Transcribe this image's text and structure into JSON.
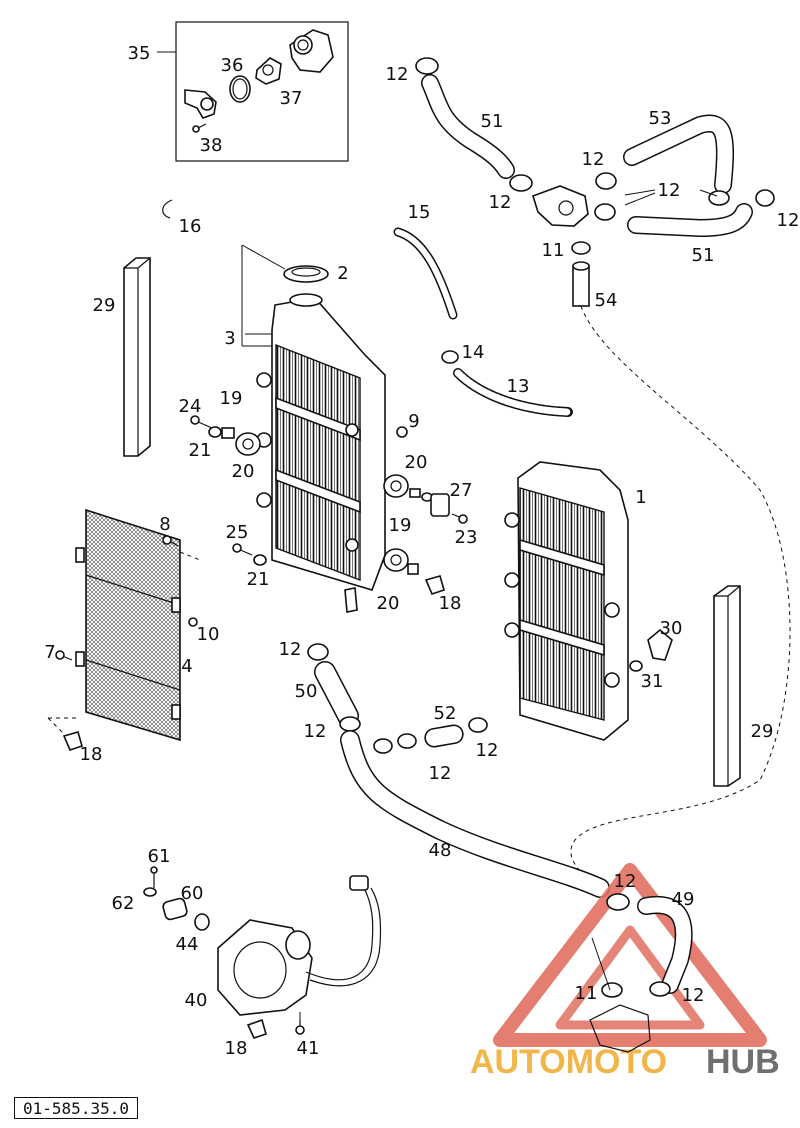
{
  "figure": {
    "reference_number": "01-585.35.0",
    "watermark": {
      "brand_part_1": "AUTOMOTO",
      "brand_part_2": "HUB",
      "colors": {
        "brand_orange": "#f0b64a",
        "brand_gray": "#6f6f6f",
        "triangle_red": "#e07060"
      }
    }
  },
  "callouts": {
    "c35": "35",
    "c36": "36",
    "c37": "37",
    "c38": "38",
    "c12a": "12",
    "c51a": "51",
    "c12b": "12",
    "c53": "53",
    "c12c": "12",
    "c12d": "12",
    "c12e": "12",
    "c11a": "11",
    "c51b": "51",
    "c16": "16",
    "c15": "15",
    "c2": "2",
    "c54": "54",
    "c29a": "29",
    "c3": "3",
    "c14": "14",
    "c13": "13",
    "c24": "24",
    "c19a": "19",
    "c21a": "21",
    "c20a": "20",
    "c9": "9",
    "c20b": "20",
    "c27": "27",
    "c1": "1",
    "c8": "8",
    "c19b": "19",
    "c23": "23",
    "c25": "25",
    "c21b": "21",
    "c20c": "20",
    "c18a": "18",
    "c10": "10",
    "c7": "7",
    "c4": "4",
    "c30": "30",
    "c31": "31",
    "c12f": "12",
    "c50": "50",
    "c18b": "18",
    "c12g": "12",
    "c52": "52",
    "c12h": "12",
    "c12i": "12",
    "c29b": "29",
    "c48": "48",
    "c61": "61",
    "c62": "62",
    "c60": "60",
    "c12j": "12",
    "c49": "49",
    "c44": "44",
    "c40": "40",
    "c11b": "11",
    "c12k": "12",
    "c18c": "18",
    "c41": "41"
  }
}
